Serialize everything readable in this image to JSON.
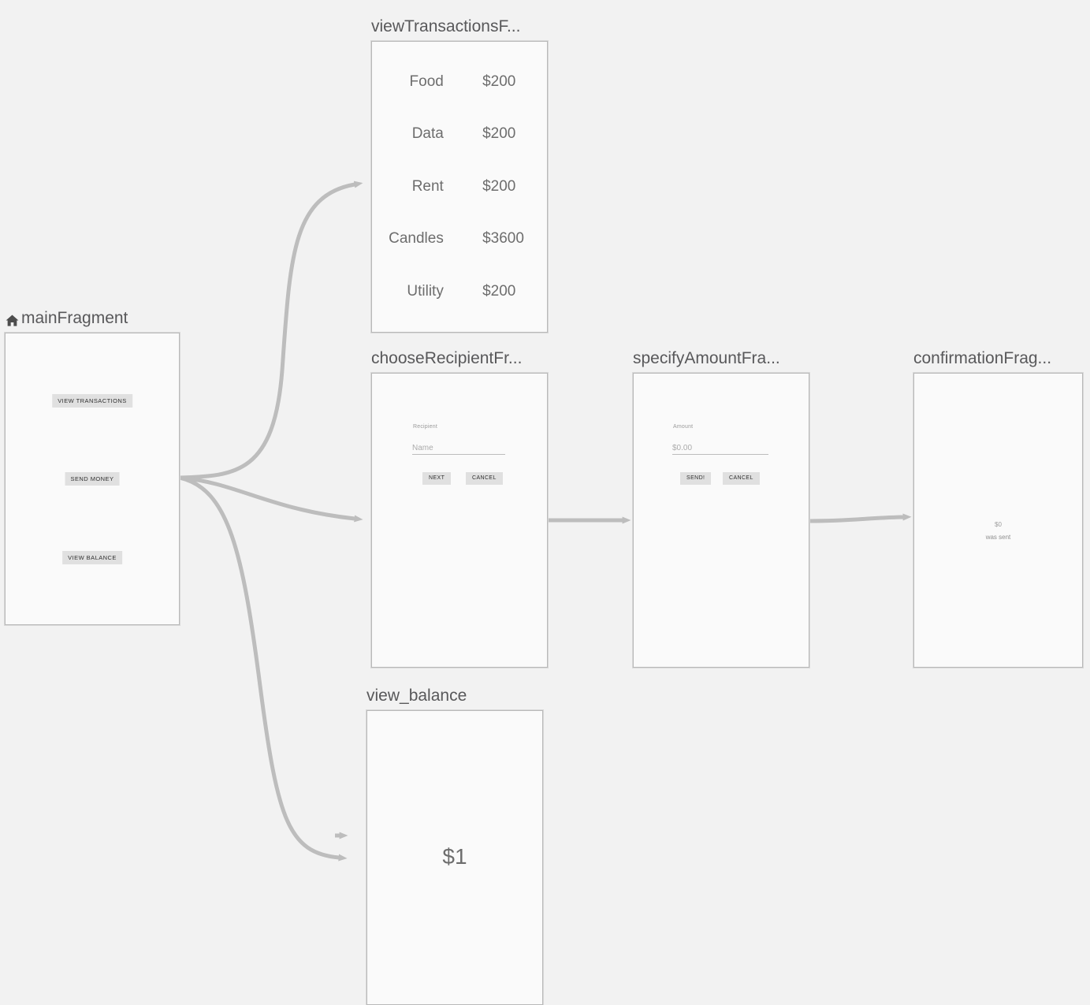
{
  "canvas": {
    "background": "#f2f2f2",
    "edge_color": "#bdbdbd",
    "frame_border": "#b9b9b9",
    "frame_fill": "#fafafa"
  },
  "nodes": {
    "main": {
      "label": "mainFragment",
      "is_start": true,
      "start_icon": "home-icon",
      "buttons": [
        {
          "label": "VIEW TRANSACTIONS"
        },
        {
          "label": "SEND MONEY"
        },
        {
          "label": "VIEW BALANCE"
        }
      ]
    },
    "view_transactions": {
      "label": "viewTransactionsF...",
      "rows": [
        {
          "name": "Food",
          "amount": "$200"
        },
        {
          "name": "Data",
          "amount": "$200"
        },
        {
          "name": "Rent",
          "amount": "$200"
        },
        {
          "name": "Candles",
          "amount": "$3600"
        },
        {
          "name": "Utility",
          "amount": "$200"
        }
      ]
    },
    "choose_recipient": {
      "label": "chooseRecipientFr...",
      "field_label": "Recipient",
      "field_placeholder": "Name",
      "primary_button": "NEXT",
      "secondary_button": "CANCEL"
    },
    "specify_amount": {
      "label": "specifyAmountFra...",
      "field_label": "Amount",
      "field_placeholder": "$0.00",
      "primary_button": "SEND!",
      "secondary_button": "CANCEL"
    },
    "confirmation": {
      "label": "confirmationFrag...",
      "amount": "$0",
      "message": "was sent"
    },
    "view_balance": {
      "label": "view_balance",
      "amount": "$1"
    }
  }
}
